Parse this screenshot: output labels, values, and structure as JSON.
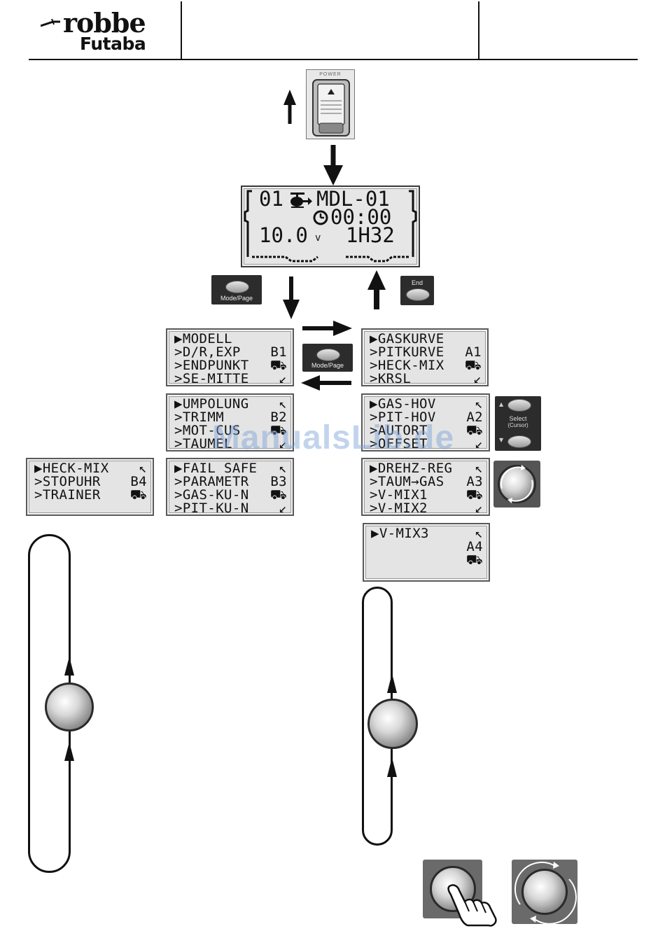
{
  "header": {
    "brand_top": "robbe",
    "brand_bottom": "Futaba"
  },
  "power_switch": {
    "label": "POWER"
  },
  "main_display": {
    "row1_model_no": "01",
    "row1_model_name": "MDL-01",
    "row2_timer": "00:00",
    "row3_voltage": "10.0",
    "row3_voltage_unit": "v",
    "row3_time": "1H32"
  },
  "buttons": {
    "mode_page": "Mode/Page",
    "end": "End",
    "select_line1": "Select",
    "select_line2": "(Cursor)"
  },
  "menus": {
    "b1": {
      "lines": [
        "MODELL",
        "D/R,EXP",
        "ENDPUNKT",
        "SE-MITTE"
      ],
      "code": "B1"
    },
    "a1": {
      "lines": [
        "GASKURVE",
        "PITKURVE",
        "HECK-MIX",
        "KRSL"
      ],
      "code": "A1"
    },
    "b2": {
      "lines": [
        "UMPOLUNG",
        "TRIMM",
        "MOT-CUS",
        "TAUMEL"
      ],
      "code": "B2"
    },
    "a2": {
      "lines": [
        "GAS-HOV",
        "PIT-HOV",
        "AUTORT",
        "OFFSET"
      ],
      "code": "A2"
    },
    "b4": {
      "lines": [
        "HECK-MIX",
        "STOPUHR",
        "TRAINER"
      ],
      "code": "B4"
    },
    "b3": {
      "lines": [
        "FAIL SAFE",
        "PARAMETR",
        "GAS-KU-N",
        "PIT-KU-N"
      ],
      "code": "B3"
    },
    "a3": {
      "lines": [
        "DREHZ-REG",
        "TAUM→GAS",
        "V-MIX1",
        "V-MIX2"
      ],
      "code": "A3"
    },
    "a4": {
      "lines": [
        "V-MIX3"
      ],
      "code": "A4"
    }
  },
  "watermark": "ManualsLib.de",
  "icons": [
    "arrow-up-icon",
    "arrow-down-icon",
    "arrow-right-icon",
    "arrow-left-icon",
    "helicopter-icon",
    "clock-icon",
    "cursor-pointer-icon",
    "knob-icon",
    "hand-press-icon"
  ]
}
